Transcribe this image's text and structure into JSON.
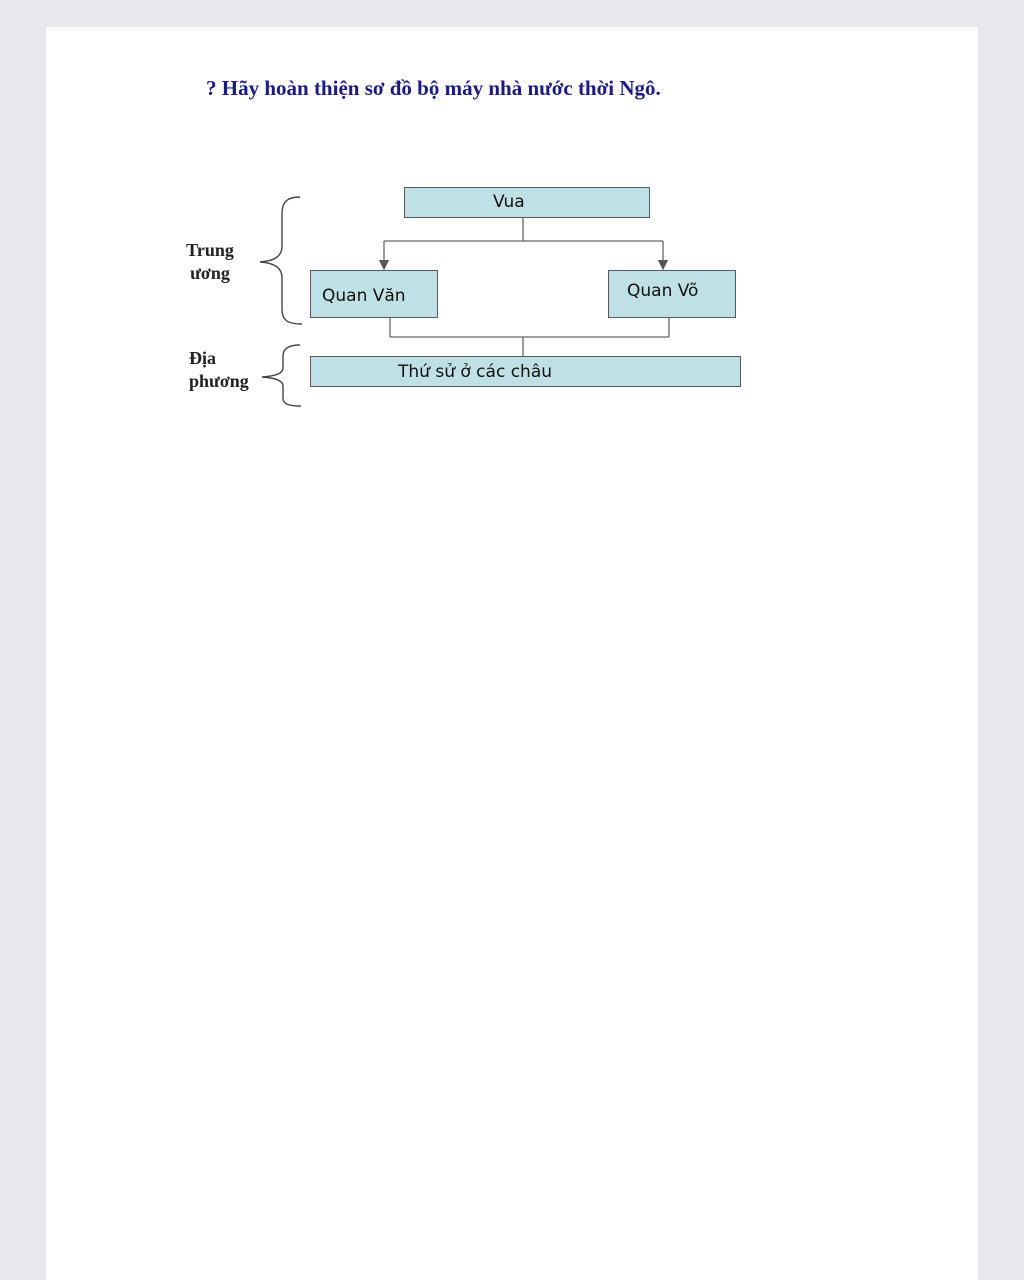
{
  "question": "? Hãy hoàn thiện sơ đồ bộ máy nhà nước thời Ngô.",
  "diagram": {
    "nodes": {
      "king": "Vua",
      "civil_officials": "Quan Văn",
      "military_officials": "Quan Võ",
      "local_governors": "Thứ sử ở các châu"
    },
    "groups": {
      "central_line1": "Trung",
      "central_line2": "ương",
      "local_line1": "Địa",
      "local_line2": "phương"
    },
    "colors": {
      "box_fill": "#bfe1e6",
      "box_border": "#555a5c",
      "question_text": "#1a1a8c"
    }
  }
}
